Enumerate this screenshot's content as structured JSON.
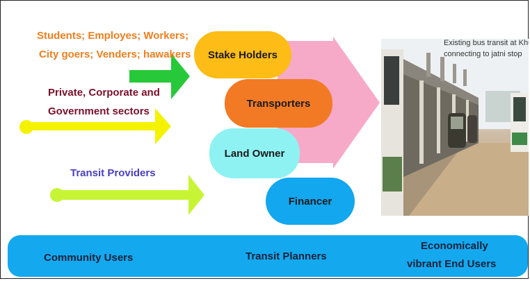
{
  "groups": {
    "g1": "Students; Employes; Workers;",
    "g2": "City goers; Venders; hawakers",
    "g3": "Private, Corporate and",
    "g4": "Government  sectors",
    "g5": "Transit Providers"
  },
  "stakeholders": {
    "s1": "Stake Holders",
    "s2": "Transporters",
    "s3": "Land Owner",
    "s4": "Financer"
  },
  "photo": {
    "caption_line1": "Existing bus transit at Khurdha",
    "caption_line2": "connecting to jatni stop"
  },
  "bottom_bar": {
    "left": "Community Users",
    "middle": "Transit Planners",
    "right_line1": "Economically",
    "right_line2": "vibrant End Users"
  },
  "colors": {
    "orange_text": "#f07e1c",
    "maroon_text": "#7a0f2a",
    "blue_text": "#4a3fc2",
    "green_arrow": "#27c93a",
    "yellow_arrow": "#f5f200",
    "lime_arrow": "#c7f535",
    "pink_arrow": "#f7a9c8",
    "pill_yellow": "#fdbc16",
    "pill_orange": "#f27a24",
    "pill_cyan": "#8ff2f2",
    "pill_blue": "#12a7ee",
    "bar_blue": "#14a9ef"
  }
}
